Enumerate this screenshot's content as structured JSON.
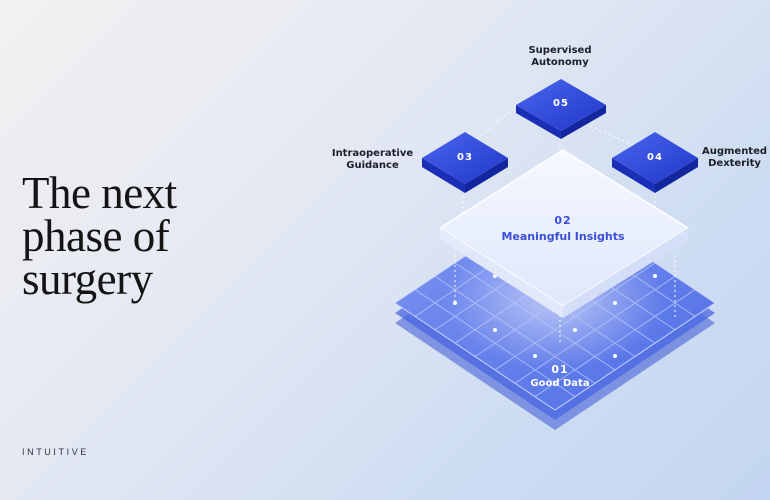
{
  "headline": {
    "line1": "The next",
    "line2": "phase of",
    "line3": "surgery"
  },
  "brand": {
    "logo_text": "INTUITIVE"
  },
  "stages": {
    "s01": {
      "number": "01",
      "label": "Good Data"
    },
    "s02": {
      "number": "02",
      "label": "Meaningful Insights"
    },
    "s03": {
      "number": "03",
      "label_line1": "Intraoperative",
      "label_line2": "Guidance"
    },
    "s04": {
      "number": "04",
      "label_line1": "Augmented",
      "label_line2": "Dexterity"
    },
    "s05": {
      "number": "05",
      "label_line1": "Supervised",
      "label_line2": "Autonomy"
    }
  },
  "colors": {
    "accent_blue": "#2f48d8",
    "grid_blue": "#5b78ea",
    "text_dark": "#141414"
  }
}
